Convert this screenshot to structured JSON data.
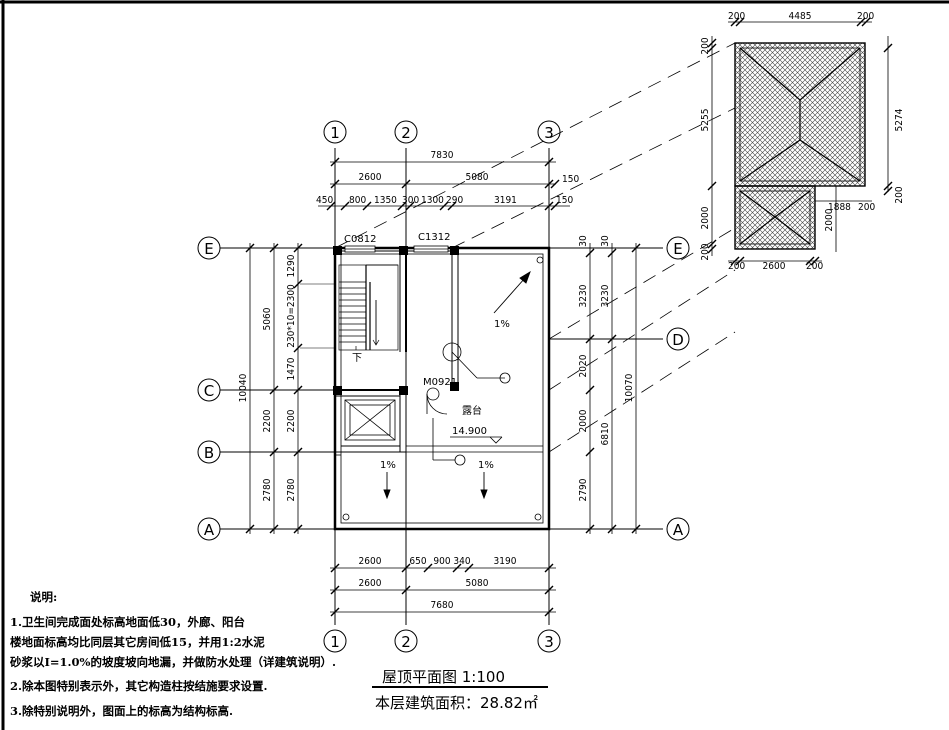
{
  "drawing": {
    "title": "屋顶平面图  1:100",
    "area": "本层建筑面积：28.82㎡"
  },
  "top_dims": {
    "overall": "7830",
    "row2": [
      "2600",
      "5080",
      "150"
    ],
    "row3": [
      "450",
      "800",
      "1350",
      "300",
      "1300",
      "290",
      "3191",
      "150"
    ]
  },
  "bottom_dims": {
    "row1": [
      "2600",
      "650",
      "900",
      "340",
      "3190"
    ],
    "row2": [
      "2600",
      "5080"
    ],
    "overall": "7680"
  },
  "left_dims": {
    "outer": "10040",
    "mid": [
      "5060",
      "2200",
      "2780"
    ],
    "inner": [
      "1290",
      "230*10=2300",
      "1470",
      "2200",
      "2780"
    ]
  },
  "right_dims": {
    "inner": [
      "30",
      "3230",
      "2020",
      "2000",
      "2790"
    ],
    "mid": [
      "30",
      "3230",
      "6810"
    ],
    "outer": "10070"
  },
  "axes": {
    "columns": [
      "1",
      "2",
      "3"
    ],
    "rows": [
      "E",
      "D",
      "C",
      "B",
      "A"
    ]
  },
  "labels": {
    "window1": "C0812",
    "window2": "C1312",
    "door": "M0921",
    "terrace": "露台",
    "elevation": "14.900",
    "stair_down": "下",
    "slope": "1%"
  },
  "roof_plan": {
    "top": [
      "200",
      "4485",
      "200"
    ],
    "left": [
      "200",
      "5255",
      "2000",
      "200"
    ],
    "right": [
      "5274",
      "200"
    ],
    "mid": [
      "1888",
      "200"
    ],
    "bottom": [
      "200",
      "2600",
      "200"
    ]
  },
  "notes": {
    "heading": "说明:",
    "lines": [
      "1.卫生间完成面处标高地面低30，外廊、阳台",
      "楼地面标高均比同层其它房间低15，并用1:2水泥",
      "砂浆以I=1.0%的坡度坡向地漏，并做防水处理（详建筑说明）.",
      "2.除本图特别表示外，其它构造柱按结施要求设置.",
      "3.除特别说明外，图面上的标高为结构标高."
    ]
  }
}
